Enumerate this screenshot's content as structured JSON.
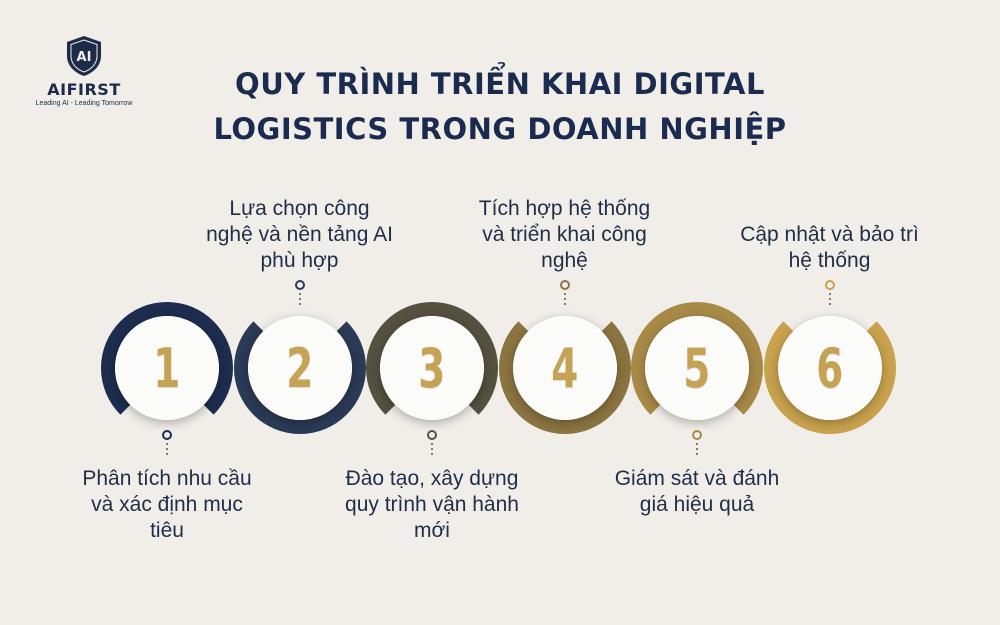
{
  "logo": {
    "mark": "AI",
    "name": "AIFIRST",
    "tagline": "Leading AI - Leading Tomorrow"
  },
  "title": {
    "line1": "QUY TRÌNH TRIỂN KHAI DIGITAL",
    "line2": "LOGISTICS TRONG DOANH NGHIỆP"
  },
  "steps": [
    {
      "number": "1",
      "label": "Phân tích nhu cầu và xác định mục tiêu",
      "color": "#1c2d4f"
    },
    {
      "number": "2",
      "label": "Lựa chọn công nghệ và nền tảng AI phù hợp",
      "color": "#2b3a55"
    },
    {
      "number": "3",
      "label": "Đào tạo, xây dựng quy trình vận hành mới",
      "color": "#55503f"
    },
    {
      "number": "4",
      "label": "Tích hợp hệ thống và triển khai công nghệ",
      "color": "#8b7441"
    },
    {
      "number": "5",
      "label": "Giám sát và đánh giá hiệu quả",
      "color": "#a88a47"
    },
    {
      "number": "6",
      "label": "Cập nhật và bảo trì hệ thống",
      "color": "#c9a24d"
    }
  ]
}
